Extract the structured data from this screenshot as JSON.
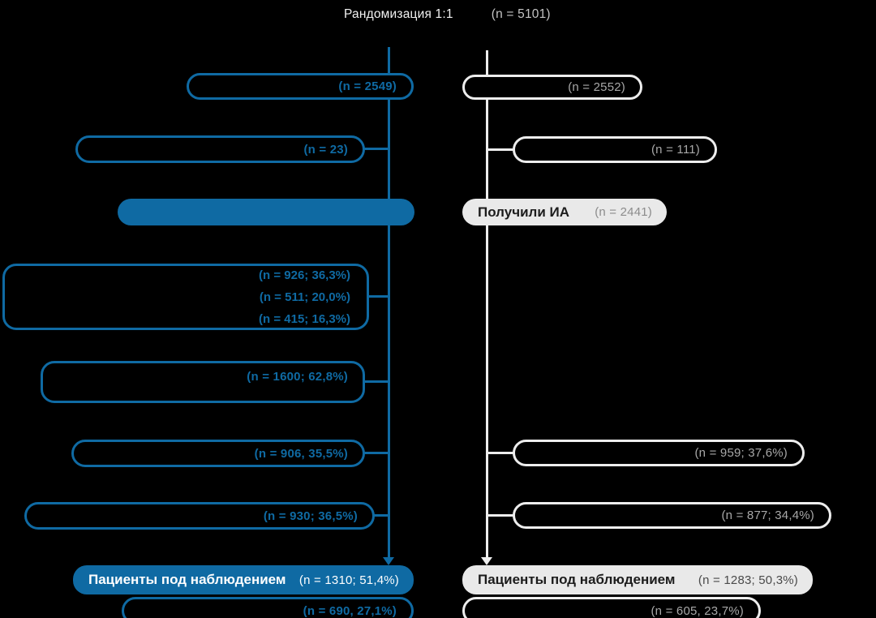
{
  "colors": {
    "background": "#000000",
    "blue": "#0f6aa3",
    "white_line": "#ededed",
    "gray_text": "#a8a8a8",
    "light_fill": "#e9e9e9",
    "dark_text": "#1c1c1c"
  },
  "header": {
    "title": "Рандомизация 1:1",
    "count": "(n = 5101)"
  },
  "left": {
    "b1": {
      "value": "(n = 2549)"
    },
    "b2": {
      "value": "(n = 23)"
    },
    "b4": {
      "lines": [
        "(n = 926; 36,3%)",
        "(n = 511; 20,0%)",
        "(n = 415; 16,3%)"
      ]
    },
    "b5": {
      "value": "(n = 1600; 62,8%)"
    },
    "b6": {
      "value": "(n = 906, 35,5%)"
    },
    "b7": {
      "value": "(n = 930; 36,5%)"
    },
    "b8": {
      "label": "Пациенты под наблюдением",
      "value": "(n = 1310; 51,4%)"
    },
    "b9": {
      "value": "(n = 690, 27,1%)"
    }
  },
  "right": {
    "b1": {
      "value": "(n = 2552)"
    },
    "b2": {
      "value": "(n = 111)"
    },
    "b3": {
      "label": "Получили ИА",
      "value": "(n = 2441)"
    },
    "b6": {
      "value": "(n = 959; 37,6%)"
    },
    "b7": {
      "value": "(n = 877; 34,4%)"
    },
    "b8": {
      "label": "Пациенты под наблюдением",
      "value": "(n = 1283; 50,3%)"
    },
    "b9": {
      "value": "(n = 605, 23,7%)"
    }
  }
}
